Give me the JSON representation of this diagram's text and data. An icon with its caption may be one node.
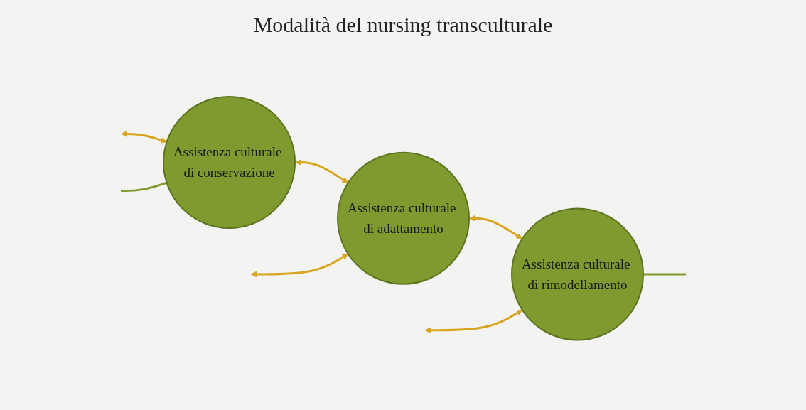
{
  "diagram": {
    "title": "Modalità del nursing transculturale",
    "nodes": [
      {
        "text": [
          "Assistenza culturale di conservazione"
        ]
      },
      {
        "text": [
          "Assistenza culturale di adattamento"
        ]
      },
      {
        "text": [
          "Assistenza culturale di rimodellamento"
        ]
      }
    ],
    "edges": [
      {
        "from": 0,
        "to": 1,
        "arrow": "both"
      },
      {
        "from": 1,
        "to": 2,
        "arrow": "both"
      },
      {
        "from": null,
        "to": 0,
        "arrow": "both"
      },
      {
        "from": null,
        "to": 1,
        "arrow": "both"
      },
      {
        "from": null,
        "to": 2,
        "arrow": "both"
      },
      {
        "from": null,
        "to": 0,
        "arrow": "none",
        "color": "#7f9a2e"
      },
      {
        "from": 2,
        "to": null,
        "arrow": "none",
        "color": "#7f9a2e"
      }
    ]
  }
}
